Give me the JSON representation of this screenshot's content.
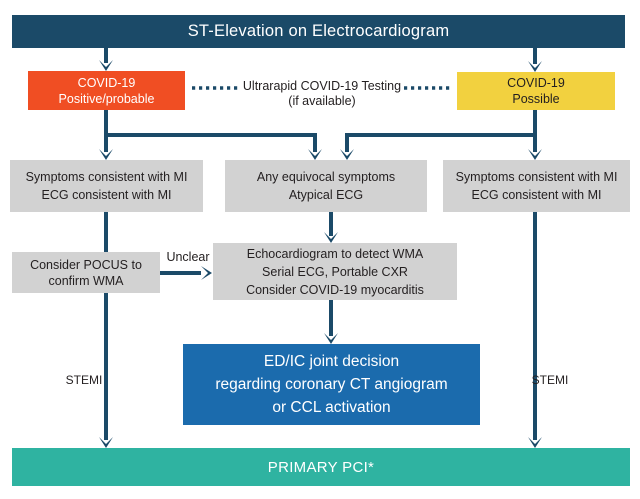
{
  "colors": {
    "navy": "#1b4a68",
    "orange": "#f04e23",
    "yellow": "#f2d13f",
    "gray": "#d2d2d2",
    "blue": "#1b6bad",
    "teal": "#2fb3a1",
    "text_dark": "#231f20",
    "text_light": "#ffffff"
  },
  "header": {
    "title": "ST-Elevation on Electrocardiogram"
  },
  "testing": {
    "line1": "Ultrarapid COVID-19 Testing",
    "line2": "(if available)"
  },
  "branches": {
    "positive": {
      "line1": "COVID-19",
      "line2": "Positive/probable"
    },
    "possible": {
      "line1": "COVID-19",
      "line2": "Possible"
    }
  },
  "assessment": {
    "left": {
      "line1": "Symptoms consistent with MI",
      "line2": "ECG consistent with MI"
    },
    "middle": {
      "line1": "Any equivocal symptoms",
      "line2": "Atypical ECG"
    },
    "right": {
      "line1": "Symptoms consistent with MI",
      "line2": "ECG consistent with MI"
    }
  },
  "workup": {
    "pocus": {
      "line1": "Consider POCUS to",
      "line2": "confirm WMA"
    },
    "unclear_label": "Unclear",
    "echo": {
      "line1": "Echocardiogram to detect WMA",
      "line2": "Serial ECG, Portable CXR",
      "line3": "Consider COVID-19 myocarditis"
    }
  },
  "decision": {
    "line1": "ED/IC joint decision",
    "line2": "regarding coronary CT angiogram",
    "line3": "or CCL activation"
  },
  "stemi_left_label": "STEMI",
  "stemi_right_label": "STEMI",
  "outcome": {
    "label": "PRIMARY PCI*"
  }
}
